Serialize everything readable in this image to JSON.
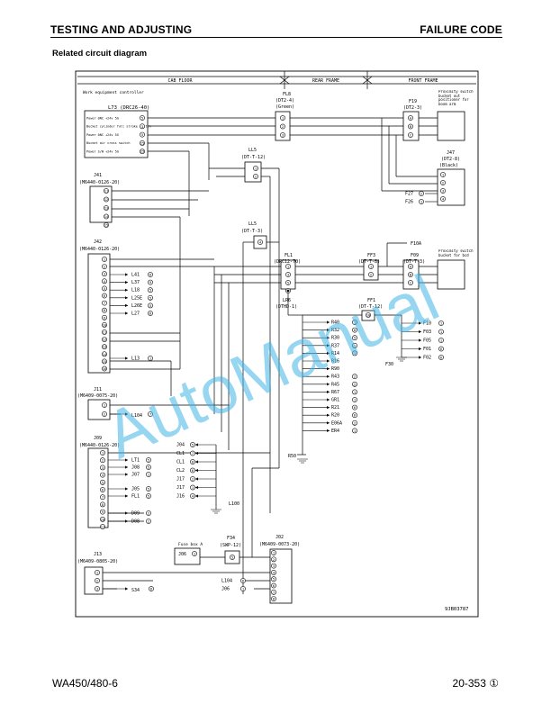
{
  "header": {
    "left": "TESTING AND ADJUSTING",
    "right": "FAILURE CODE"
  },
  "section_title": "Related circuit diagram",
  "frames": {
    "cab": "CAB FLOOR",
    "rear": "REAR FRAME",
    "front": "FRONT FRAME"
  },
  "controller": {
    "title": "Work equipment controller",
    "name": "L73 (DRC26-40)",
    "signals": [
      "Power 0NC +24v 5G",
      "Bucket cylinder full stroke switch",
      "Power 0NC +24v 5G",
      "Bucket air cross switch",
      "Power S/W +24v 5G"
    ],
    "pins": [
      "5",
      "3",
      "5",
      "15",
      "25"
    ]
  },
  "fl8": {
    "name": "FL8",
    "sub": "(DT2-4)",
    "color": "(Green)",
    "pins": [
      "1",
      "2",
      "3"
    ]
  },
  "f19": {
    "name": "F19",
    "sub": "(DT2-3)",
    "pins": [
      "A",
      "B",
      "C"
    ]
  },
  "prox1": "Proximity switch bucket out positioner for boom arm",
  "j47": {
    "name": "J47",
    "sub": "(DT2-8)",
    "color": "(Black)",
    "pins": [
      "1",
      "2",
      "3",
      "4"
    ],
    "refs": [
      "F27",
      "F26"
    ],
    "ref_pins": [
      "2",
      "1"
    ]
  },
  "ll5a": {
    "name": "LL5",
    "sub": "(DT-T-12)",
    "pins": [
      "1",
      "2"
    ]
  },
  "j41": {
    "name": "J41",
    "sub": "(M6440-0126-20)",
    "pins": [
      "11",
      "12",
      "13",
      "14",
      "15"
    ]
  },
  "ll5b": {
    "name": "LL5",
    "sub": "(DT-T-3)",
    "pin": "4"
  },
  "f10a": "F10A",
  "j42": {
    "name": "J42",
    "sub": "(M6440-0126-20)",
    "pins": [
      "1",
      "2",
      "3",
      "4",
      "5",
      "6",
      "7",
      "8",
      "9",
      "10",
      "11",
      "12",
      "13",
      "14",
      "15",
      "16"
    ],
    "refs": [
      {
        "label": "L41",
        "pin": "6"
      },
      {
        "label": "L37",
        "pin": "9"
      },
      {
        "label": "L18",
        "pin": "5"
      },
      {
        "label": "L25E",
        "pin": "5"
      },
      {
        "label": "L26E",
        "pin": "5"
      },
      {
        "label": "L27",
        "pin": "6"
      },
      {
        "label": "L13",
        "pin": "1"
      }
    ]
  },
  "fl1": {
    "name": "FL1",
    "sub": "(DRC12-70)",
    "pins": [
      "1",
      "3",
      "5",
      "2"
    ]
  },
  "ff3": {
    "name": "FF3",
    "sub": "(DT-T-8)",
    "pins": [
      "1",
      "2"
    ]
  },
  "f09": {
    "name": "F09",
    "sub": "(DT-T-3)",
    "pins": [
      "A",
      "B",
      "C"
    ]
  },
  "prox2": "Proximity switch bucket for bcd",
  "lr6": {
    "name": "LR6",
    "sub": "(DTHD-1)",
    "pin": "1"
  },
  "ff1": {
    "name": "FF1",
    "sub": "(DT-T-12)",
    "pin": "10"
  },
  "r_refs": [
    {
      "label": "R40",
      "pin": "1"
    },
    {
      "label": "R32",
      "pin": "8"
    },
    {
      "label": "R30",
      "pin": "5"
    },
    {
      "label": "R37",
      "pin": "1"
    },
    {
      "label": "R14",
      "pin": "1"
    },
    {
      "label": "R16",
      "pin": ""
    },
    {
      "label": "R90",
      "pin": ""
    },
    {
      "label": "R43",
      "pin": "2"
    },
    {
      "label": "R45",
      "pin": "2"
    },
    {
      "label": "R67",
      "pin": "1"
    },
    {
      "label": "GR1",
      "pin": "1"
    },
    {
      "label": "R21",
      "pin": "6"
    },
    {
      "label": "R20",
      "pin": "6"
    },
    {
      "label": "E06A",
      "pin": "2"
    },
    {
      "label": "ER4",
      "pin": "1"
    }
  ],
  "r50": "R50",
  "f_refs": [
    {
      "label": "F10",
      "pin": "1"
    },
    {
      "label": "F03",
      "pin": "1"
    },
    {
      "label": "F05",
      "pin": "1"
    },
    {
      "label": "F01",
      "pin": "6"
    },
    {
      "label": "F02",
      "pin": "6"
    }
  ],
  "f30": "F30",
  "j11": {
    "name": "J11",
    "sub": "(M6409-0075-20)",
    "pins": [
      "1",
      "2"
    ],
    "ref": "L104",
    "ref_pin": "7"
  },
  "j09": {
    "name": "J09",
    "sub": "(M6440-0126-20)",
    "pins": [
      "1",
      "2",
      "3",
      "4",
      "5",
      "6",
      "7",
      "8",
      "9",
      "10",
      "11"
    ],
    "refs": [
      {
        "label": "LT1",
        "pin": "5"
      },
      {
        "label": "J08",
        "pin": "5"
      },
      {
        "label": "J07",
        "pin": "1"
      },
      {
        "label": "J05",
        "pin": "5"
      },
      {
        "label": "FL1",
        "pin": "5"
      },
      {
        "label": "D09",
        "pin": "2"
      },
      {
        "label": "D08",
        "pin": "2"
      }
    ]
  },
  "j04_group": [
    {
      "label": "J04",
      "pin": "5"
    },
    {
      "label": "CL1",
      "pin": "7"
    },
    {
      "label": "CL1",
      "pin": "8"
    },
    {
      "label": "CL2",
      "pin": "6"
    },
    {
      "label": "J17",
      "pin": "2"
    },
    {
      "label": "J17",
      "pin": "1"
    },
    {
      "label": "J16",
      "pin": "4"
    }
  ],
  "l100": "L100",
  "j13": {
    "name": "J13",
    "sub": "(M6409-0805-20)",
    "pins": [
      "1",
      "2",
      "3"
    ],
    "ref": "S34",
    "ref_pin": "6"
  },
  "fuse": {
    "label": "Fuse box A",
    "ref": "J06",
    "ref_pin": "1"
  },
  "f34": {
    "name": "F34",
    "sub": "(SWP-12)",
    "pin": "5"
  },
  "j02": {
    "name": "J02",
    "sub": "(M6409-0073-20)",
    "pins": [
      "1",
      "2",
      "3",
      "4",
      "5",
      "6",
      "7",
      "8"
    ],
    "refs": [
      {
        "label": "L104",
        "pin": "6"
      },
      {
        "label": "J06",
        "pin": "1"
      }
    ]
  },
  "doc_code": "9JB03787",
  "watermark": "AutoManual",
  "footer": {
    "model": "WA450/480-6",
    "page": "20-353 ①"
  }
}
